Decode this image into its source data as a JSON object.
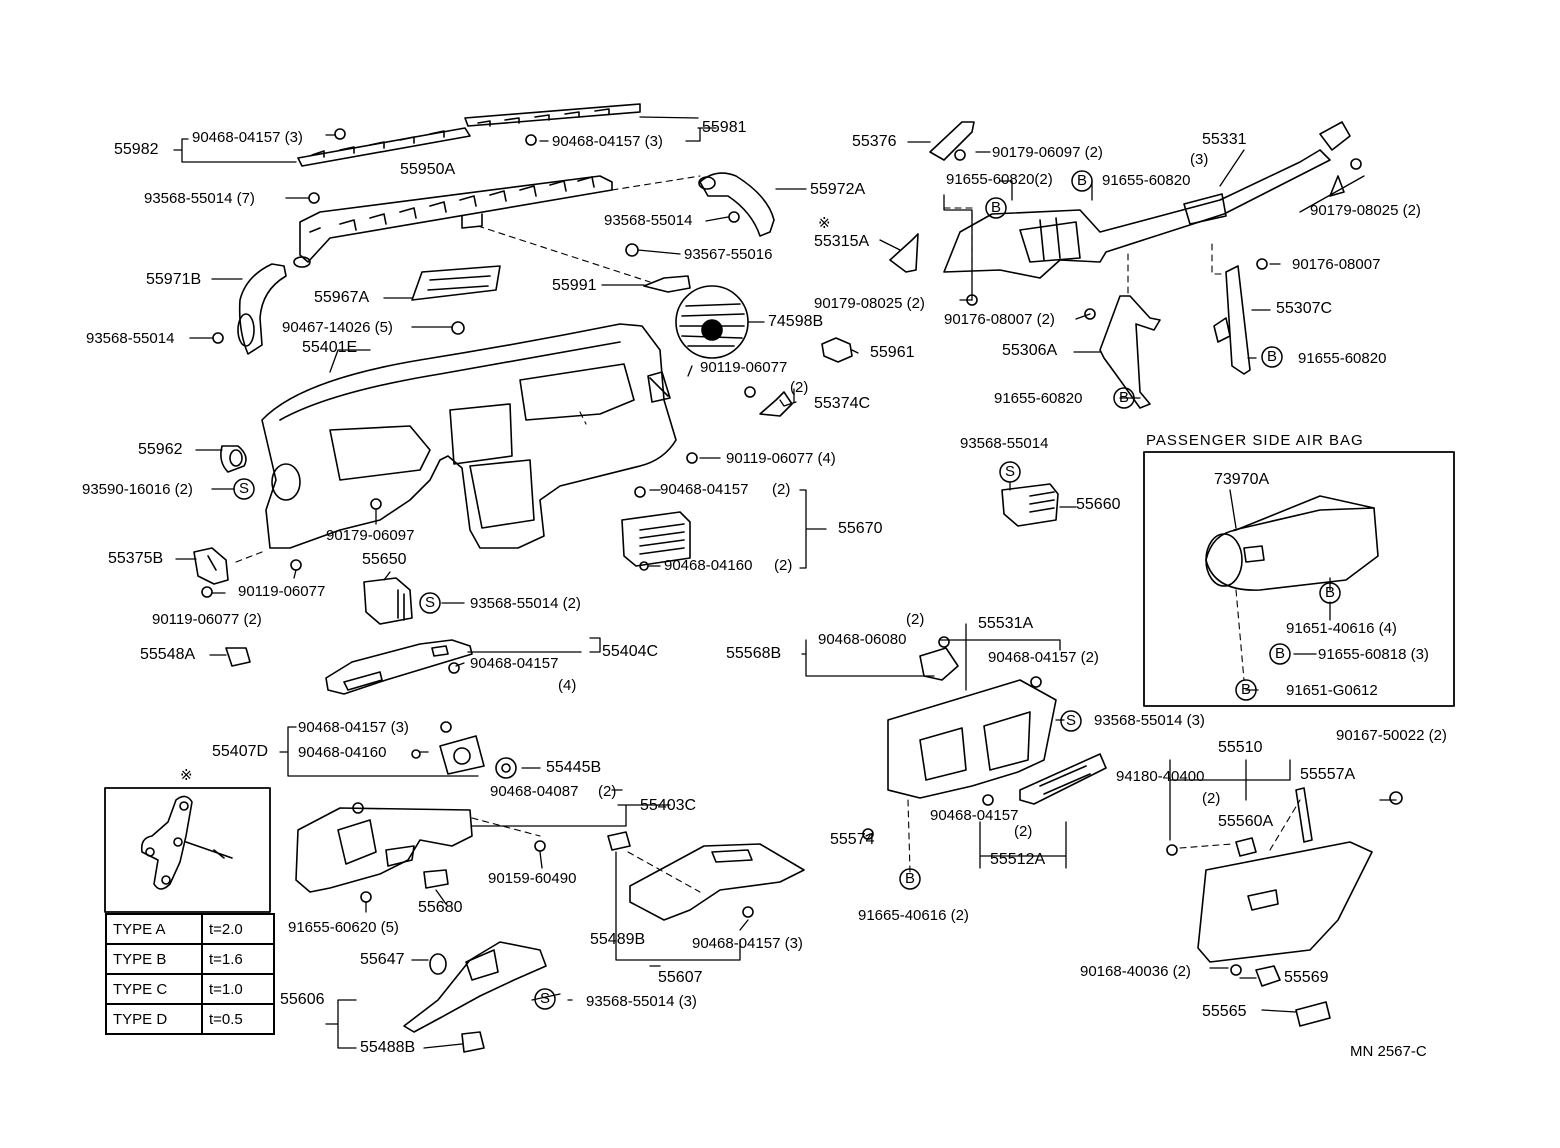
{
  "diagram": {
    "ref_code": "MN 2567-C",
    "passenger_airbag": {
      "title": "PASSENGER SIDE AIR BAG"
    },
    "type_marker": "※",
    "type_table": [
      {
        "type": "TYPE A",
        "thickness": "t=2.0"
      },
      {
        "type": "TYPE B",
        "thickness": "t=1.6"
      },
      {
        "type": "TYPE C",
        "thickness": "t=1.0"
      },
      {
        "type": "TYPE D",
        "thickness": "t=0.5"
      }
    ],
    "symbols": {
      "S": "S",
      "B": "B"
    },
    "labels": [
      "55982",
      "90468-04157 (3)",
      "55981",
      "90468-04157 (3)",
      "55950A",
      "93568-55014 (7)",
      "55972A",
      "93568-55014",
      "93567-55016",
      "55971B",
      "55967A",
      "55991",
      "90467-14026 (5)",
      "74598B",
      "93568-55014",
      "55401E",
      "90119-06077",
      "55962",
      "93590-16016 (2)",
      "90179-06097",
      "55375B",
      "90119-06077",
      "90119-06077 (2)",
      "55650",
      "93568-55014 (2)",
      "55548A",
      "90468-04157",
      "(4)",
      "55404C",
      "90468-04157 (3)",
      "55407D",
      "90468-04160",
      "55445B",
      "90468-04087",
      "(2)",
      "55403C",
      "90159-60490",
      "55680",
      "91655-60620 (5)",
      "55647",
      "55606",
      "93568-55014 (3)",
      "55488B",
      "55489B",
      "90468-04157 (3)",
      "55607",
      "(2)",
      "55374C",
      "90119-06077 (4)",
      "90468-04157",
      "(2)",
      "55670",
      "90468-04160",
      "(2)",
      "55376",
      "90179-06097 (2)",
      "91655-60820(2)",
      "91655-60820",
      "55331",
      "(3)",
      "90179-08025 (2)",
      "55315A",
      "90176-08007",
      "90179-08025 (2)",
      "90176-08007 (2)",
      "55307C",
      "55961",
      "55306A",
      "91655-60820",
      "91655-60820",
      "93568-55014",
      "55660",
      "73970A",
      "91651-40616 (4)",
      "91655-60818 (3)",
      "91651-G0612",
      "(2)",
      "90468-06080",
      "55568B",
      "55531A",
      "90468-04157 (2)",
      "93568-55014 (3)",
      "55574",
      "90468-04157",
      "(2)",
      "55512A",
      "91665-40616 (2)",
      "55510",
      "90167-50022 (2)",
      "94180-40400",
      "(2)",
      "55557A",
      "55560A",
      "90168-40036 (2)",
      "55569",
      "55565",
      "※"
    ]
  }
}
